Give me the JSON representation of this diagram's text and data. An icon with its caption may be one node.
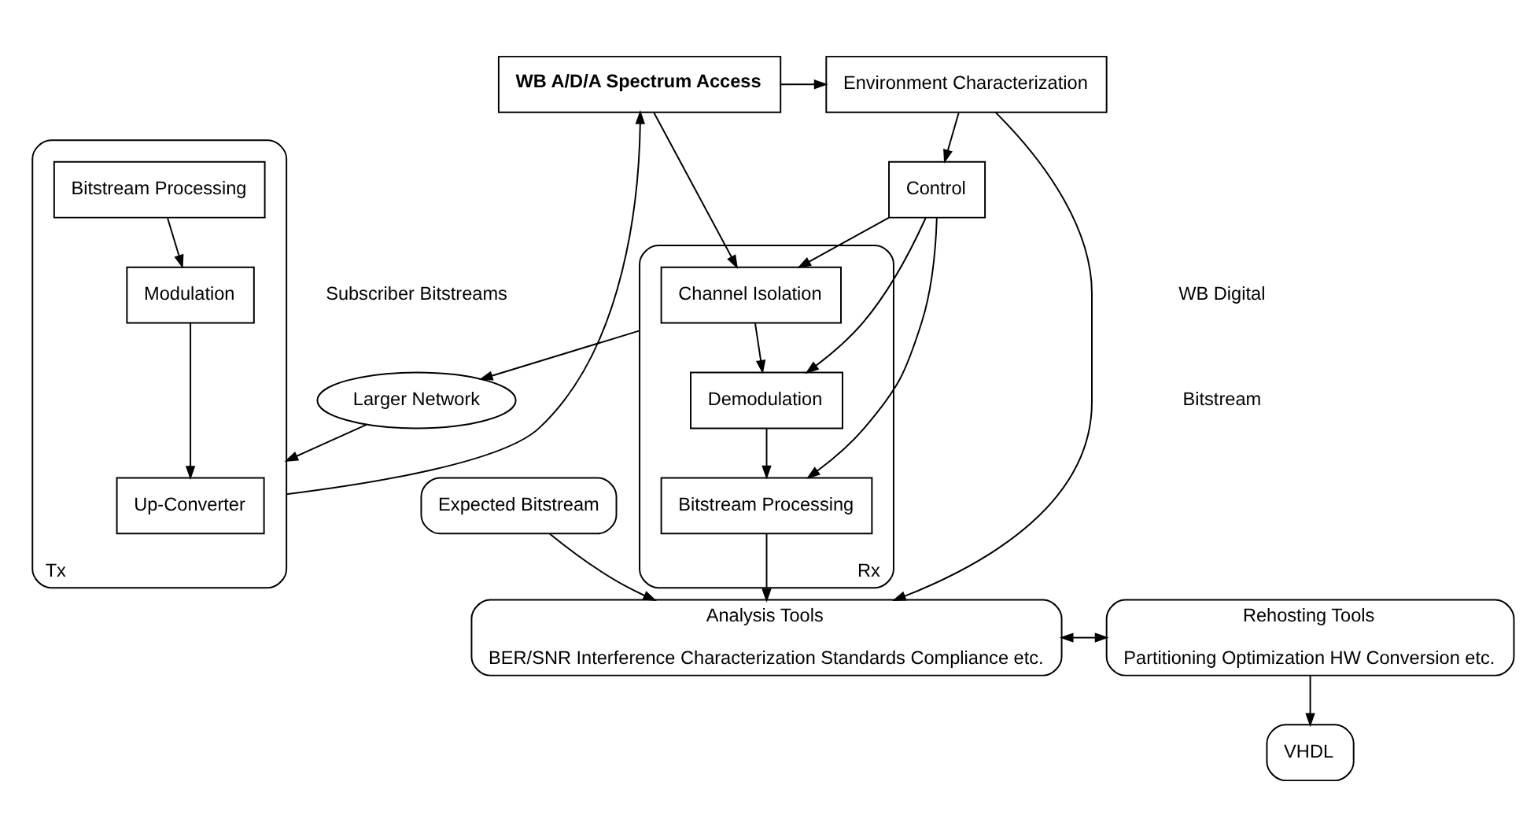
{
  "diagram": {
    "nodes": [
      {
        "text": [
          "WB A/D/A Spectrum Access"
        ]
      },
      {
        "text": [
          "Environment Characterization"
        ]
      },
      {
        "text": [
          "Tx"
        ]
      },
      {
        "text": [
          "Up-Converter"
        ],
        "in": 2
      },
      {
        "text": [
          "Modulation"
        ],
        "in": 2
      },
      {
        "text": [
          "Bitstream Processing"
        ],
        "in": 2
      },
      {
        "text": [
          "Rx"
        ]
      },
      {
        "text": [
          "Channel Isolation"
        ],
        "in": 6
      },
      {
        "text": [
          "Demodulation"
        ],
        "in": 6
      },
      {
        "text": [
          "Bitstream Processing"
        ],
        "in": 6
      },
      {
        "text": [
          "Control"
        ]
      },
      {
        "text": [
          "Analysis Tools",
          "BER/SNR Interference Characterization Standards Compliance etc."
        ]
      },
      {
        "text": [
          "Rehosting Tools",
          "Partitioning Optimization HW Conversion etc."
        ]
      },
      {
        "text": [
          "Expected Bitstream"
        ]
      },
      {
        "text": [
          "Larger Network"
        ]
      },
      {
        "text": [
          "VHDL"
        ]
      }
    ],
    "edges": [
      {
        "from": 2,
        "to": 0,
        "arrow": "to"
      },
      {
        "from": 0,
        "to": 1,
        "arrow": "to"
      },
      {
        "from": 0,
        "to": 7,
        "arrow": "to"
      },
      {
        "from": 5,
        "to": 4,
        "arrow": "to"
      },
      {
        "from": 4,
        "to": 3,
        "arrow": "to"
      },
      {
        "from": 7,
        "to": 8,
        "arrow": "to"
      },
      {
        "from": 8,
        "to": 9,
        "arrow": "to"
      },
      {
        "from": 1,
        "to": 10,
        "arrow": "to"
      },
      {
        "from": 1,
        "to": 11,
        "arrow": "to"
      },
      {
        "from": 10,
        "to": 7,
        "arrow": "to"
      },
      {
        "from": 10,
        "to": 8,
        "arrow": "to"
      },
      {
        "from": 10,
        "to": 9,
        "arrow": "to"
      },
      {
        "from": 9,
        "to": 11,
        "arrow": "to"
      },
      {
        "from": 11,
        "to": 12,
        "arrow": "both"
      },
      {
        "from": 13,
        "to": 11,
        "arrow": "to"
      },
      {
        "from": 12,
        "to": 15,
        "arrow": "to"
      },
      {
        "from": 14,
        "to": 2,
        "arrow": "to"
      },
      {
        "from": 6,
        "to": 14,
        "arrow": "to"
      }
    ],
    "labels": [
      "WB Digital",
      "Bitstream",
      "Subscriber Bitstreams"
    ]
  }
}
